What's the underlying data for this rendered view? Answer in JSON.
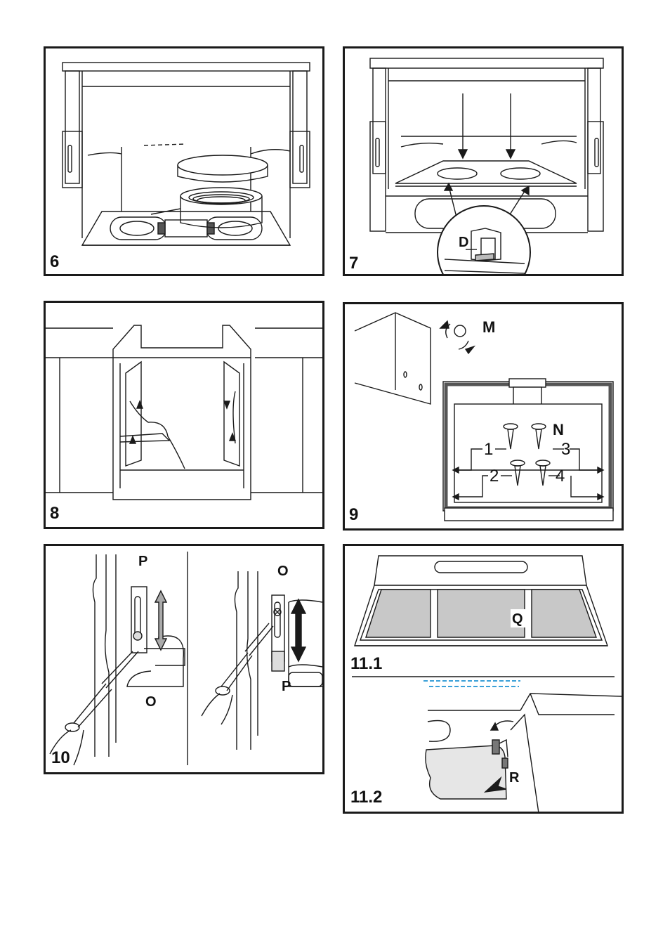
{
  "figures": {
    "f6": {
      "number": "6"
    },
    "f7": {
      "number": "7",
      "labels": {
        "d": "D"
      }
    },
    "f8": {
      "number": "8"
    },
    "f9": {
      "number": "9",
      "labels": {
        "m": "M",
        "n": "N",
        "s1": "1",
        "s2": "2",
        "s3": "3",
        "s4": "4"
      }
    },
    "f10": {
      "number": "10",
      "labels": {
        "p_left": "P",
        "o_left": "O",
        "o_right": "O",
        "p_right": "P"
      }
    },
    "f111": {
      "number": "11.1",
      "labels": {
        "q": "Q"
      }
    },
    "f112": {
      "number": "11.2",
      "labels": {
        "r": "R"
      }
    }
  },
  "colors": {
    "ink": "#1a1a1a",
    "filter_gray": "#c8c8c8",
    "panel_gray": "#e6e6e6",
    "accent_blue": "#3aa0d8"
  }
}
